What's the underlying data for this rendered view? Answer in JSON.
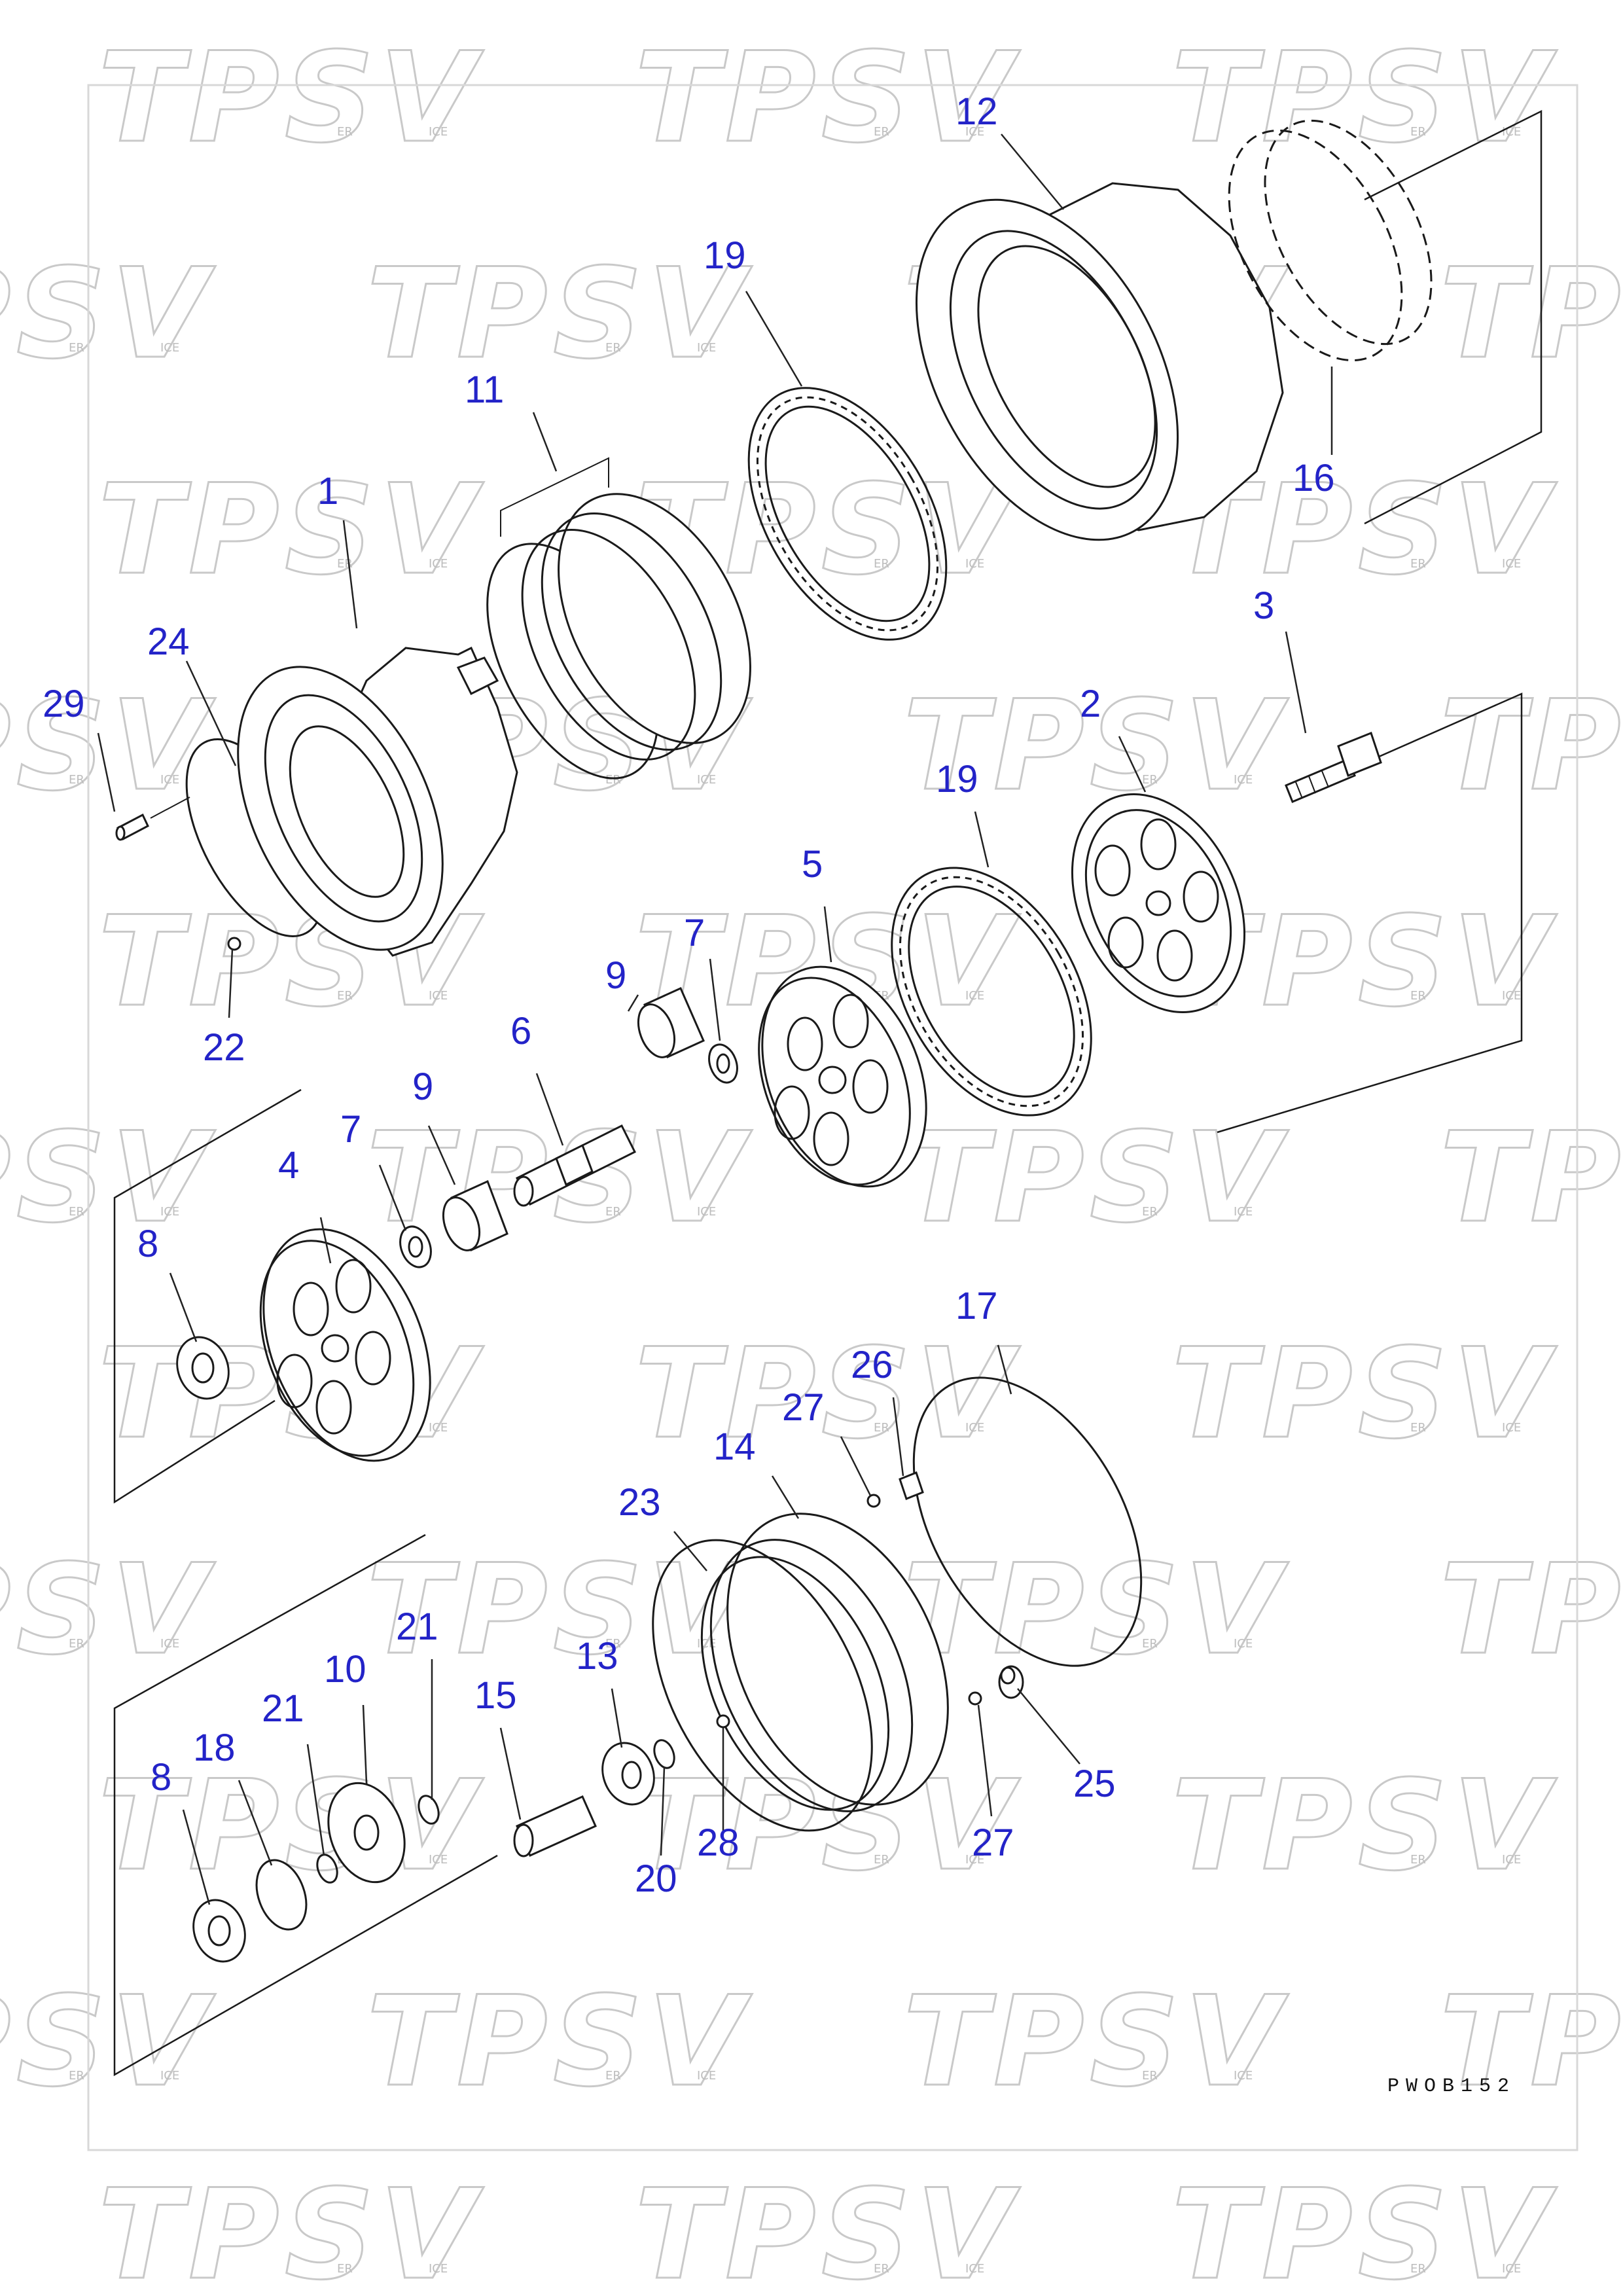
{
  "watermark": {
    "text": "TPSV",
    "small_left": "ER",
    "small_right": "ICE"
  },
  "drawing_number": "PWOB152",
  "part_labels": {
    "p1": "1",
    "p2": "2",
    "p3": "3",
    "p4": "4",
    "p5": "5",
    "p6": "6",
    "p7a": "7",
    "p7b": "7",
    "p8a": "8",
    "p8b": "8",
    "p9a": "9",
    "p9b": "9",
    "p10": "10",
    "p11": "11",
    "p12": "12",
    "p13": "13",
    "p14": "14",
    "p15": "15",
    "p16": "16",
    "p17": "17",
    "p18": "18",
    "p19a": "19",
    "p19b": "19",
    "p20": "20",
    "p21a": "21",
    "p21b": "21",
    "p22": "22",
    "p23": "23",
    "p24": "24",
    "p25": "25",
    "p26": "26",
    "p27a": "27",
    "p27b": "27",
    "p28": "28",
    "p29": "29"
  }
}
